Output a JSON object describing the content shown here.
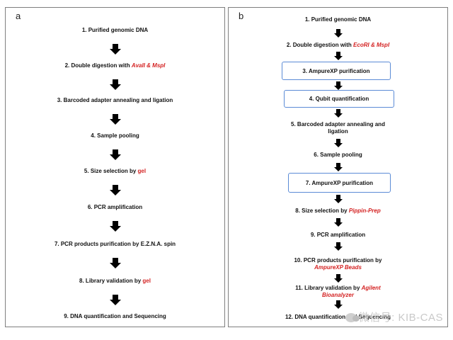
{
  "panel_a": {
    "letter": "a",
    "steps": [
      {
        "pre": "1. Purified genomic DNA",
        "red": "",
        "post": ""
      },
      {
        "pre": "2. Double digestion with ",
        "red": "AvaII & MspI",
        "post": ""
      },
      {
        "pre": "3. Barcoded adapter annealing and ligation",
        "red": "",
        "post": ""
      },
      {
        "pre": "4. Sample pooling",
        "red": "",
        "post": ""
      },
      {
        "pre": "5. Size selection by ",
        "red": "gel",
        "post": ""
      },
      {
        "pre": "6. PCR amplification",
        "red": "",
        "post": ""
      },
      {
        "pre": "7. PCR products purification by  E.Z.N.A. spin",
        "red": "",
        "post": ""
      },
      {
        "pre": "8. Library validation by ",
        "red": "gel",
        "post": ""
      },
      {
        "pre": "9. DNA quantification and Sequencing",
        "red": "",
        "post": ""
      }
    ]
  },
  "panel_b": {
    "letter": "b",
    "steps": {
      "s1": "1. Purified genomic DNA",
      "s2_pre": "2. Double digestion with ",
      "s2_red": "EcoRI & MspI",
      "s3": "3. AmpureXP purification",
      "s4": "4. Qubit quantification",
      "s5_line1": "5. Barcoded adapter annealing and",
      "s5_line2": "ligation",
      "s6": "6. Sample pooling",
      "s7": "7. AmpureXP purification",
      "s8_pre": "8. Size selection by ",
      "s8_red": "Pippin-Prep",
      "s9": "9. PCR amplification",
      "s10_line1": "10. PCR products purification by",
      "s10_red": "AmpureXP Beads",
      "s11_pre": "11. Library validation by ",
      "s11_red1": "Agilent",
      "s11_red2": "Bioanalyzer",
      "s12": "12. DNA quantification and Sequencing"
    }
  },
  "watermark": {
    "text": "微信号: KIB-CAS"
  },
  "colors": {
    "highlight_red": "#d42222",
    "box_border": "#5b8bd6",
    "panel_border": "#7f7f7f"
  }
}
